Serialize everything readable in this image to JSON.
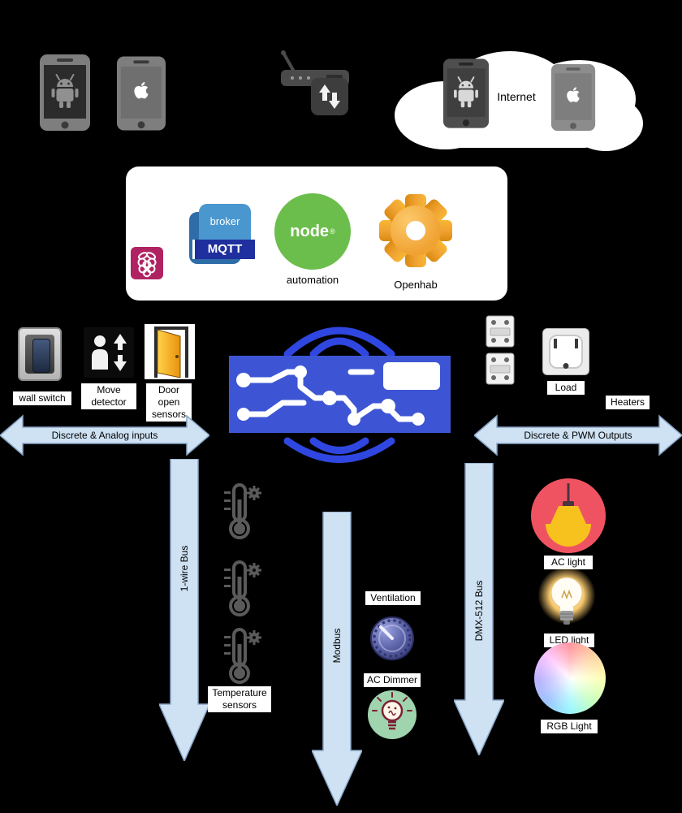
{
  "colors": {
    "pcb": "#3D55D4",
    "wifi": "#2F47E0",
    "node_green": "#6CBE4C",
    "openhab_orange": "#F0A232",
    "raspberry": "#B02363",
    "mqtt_blue": "#4A97CF",
    "mqtt_banner": "#1F2F9E",
    "arrow_fill": "#CFE2F3",
    "arrow_stroke": "#8AA6C8",
    "ac_light_red": "#EF5361",
    "lamp_yellow": "#F7C21E",
    "dimmer_green": "#9FD4AE"
  },
  "cloud": {
    "label": "Internet"
  },
  "stack": {
    "broker_label": "broker",
    "mqtt_label": "MQTT",
    "node_label": "node",
    "node_reg": "®",
    "automation_label": "automation",
    "openhab_label": "Openhab"
  },
  "inputs": {
    "wall_switch_label": "wall switch",
    "move_detector_label": "Move detector",
    "door_sensors_label": "Door open sensors",
    "arrow_label": "Discrete & Analog inputs"
  },
  "outputs": {
    "arrow_label": "Discrete & PWM Outputs",
    "load_label": "Load",
    "heaters_label": "Heaters"
  },
  "buses": {
    "one_wire_label": "1-wire Bus",
    "modbus_label": "Modbus",
    "dmx_label": "DMX-512 Bus"
  },
  "peripherals": {
    "temperature_label": "Temperature sensors",
    "ventilation_label": "Ventilation",
    "ac_dimmer_label": "AC Dimmer",
    "ac_light_label": "AC light",
    "led_light_label": "LED light",
    "rgb_light_label": "RGB Light"
  }
}
